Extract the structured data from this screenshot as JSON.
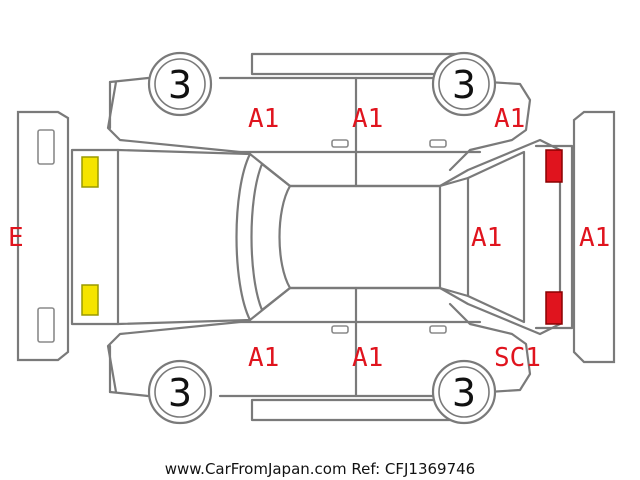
{
  "tire_labels": {
    "front_left": "3",
    "front_right": "3",
    "rear_left": "3",
    "rear_right": "3"
  },
  "damage_codes": {
    "roof_front_left": "A1",
    "roof_front_right": "A1",
    "rear_top_right": "A1",
    "tailgate": "A1",
    "rear_panel": "A1",
    "front_panel": "E",
    "bottom_front_left": "A1",
    "bottom_front_right": "A1",
    "rear_bottom_right": "SC1"
  },
  "footer": {
    "text": "www.CarFromJapan.com Ref: CFJ1369746"
  },
  "colors": {
    "outline": "#7a7a7a",
    "damage_code": "#e0141e",
    "headlight": "#f5e400",
    "taillight": "#e0141e"
  }
}
